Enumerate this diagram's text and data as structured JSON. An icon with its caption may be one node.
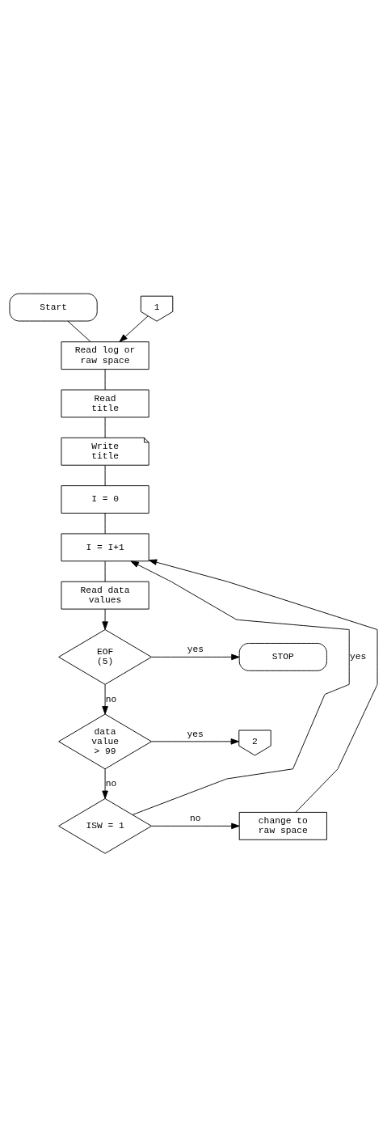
{
  "diagram": {
    "nodes": [
      {
        "text": [
          "Start"
        ]
      },
      {
        "text": [
          "1"
        ]
      },
      {
        "text": [
          "Read log or raw space"
        ]
      },
      {
        "text": [
          "Read title"
        ]
      },
      {
        "text": [
          "Write title"
        ]
      },
      {
        "text": [
          "I = 0"
        ]
      },
      {
        "text": [
          "I = I+1"
        ]
      },
      {
        "text": [
          "Read data values"
        ]
      },
      {
        "text": [
          "EOF (5)"
        ]
      },
      {
        "text": [
          "STOP"
        ]
      },
      {
        "text": [
          "data value > 99"
        ]
      },
      {
        "text": [
          "2"
        ]
      },
      {
        "text": [
          "ISW = 1"
        ]
      },
      {
        "text": [
          "change to raw space"
        ]
      }
    ],
    "edges": [
      {
        "from": 0,
        "to": 2,
        "arrow": "none"
      },
      {
        "from": 1,
        "to": 2,
        "arrow": "to"
      },
      {
        "from": 2,
        "to": 3,
        "arrow": "none"
      },
      {
        "from": 3,
        "to": 4,
        "arrow": "none"
      },
      {
        "from": 4,
        "to": 5,
        "arrow": "none"
      },
      {
        "from": 5,
        "to": 6,
        "arrow": "none"
      },
      {
        "from": 6,
        "to": 7,
        "arrow": "none"
      },
      {
        "from": 7,
        "to": 8,
        "arrow": "to"
      },
      {
        "from": 8,
        "to": 9,
        "arrow": "to",
        "label": "yes"
      },
      {
        "from": 8,
        "to": 10,
        "arrow": "to",
        "label": "no"
      },
      {
        "from": 10,
        "to": 11,
        "arrow": "to",
        "label": "yes"
      },
      {
        "from": 10,
        "to": 12,
        "arrow": "to",
        "label": "no"
      },
      {
        "from": 12,
        "to": 13,
        "arrow": "to",
        "label": "no"
      },
      {
        "from": 12,
        "to": 6,
        "arrow": "to",
        "label": "yes"
      },
      {
        "from": 13,
        "to": 6,
        "arrow": "to"
      }
    ]
  }
}
